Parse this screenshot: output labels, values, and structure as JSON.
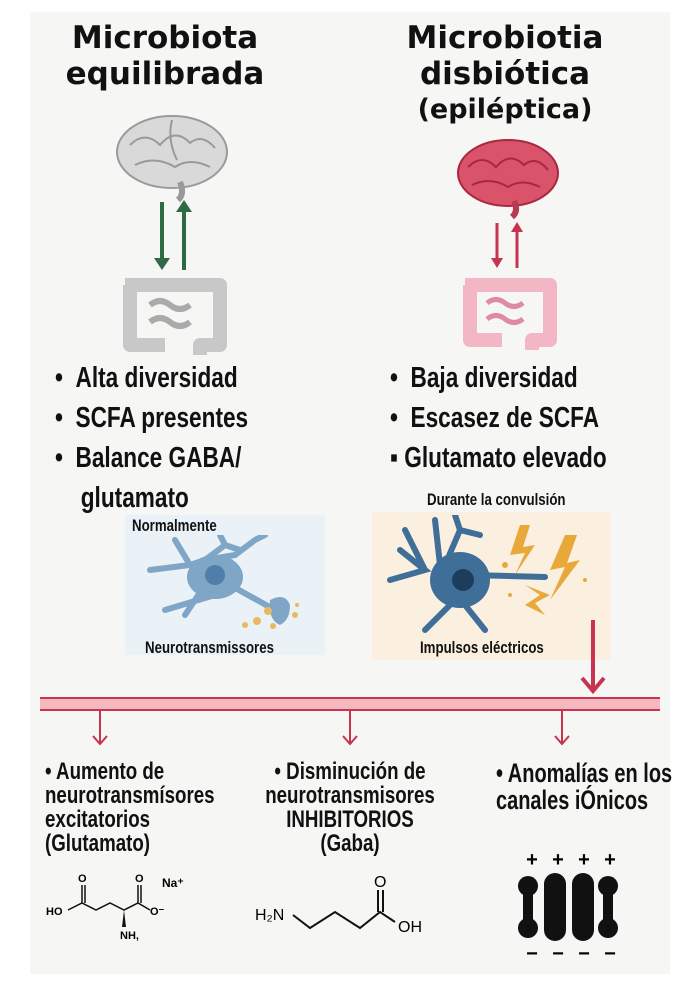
{
  "left": {
    "title_line1": "Microbiota",
    "title_line2": "equilibrada",
    "bullets": [
      "Alta diversidad",
      "SCFA presentes",
      "Balance GABA/",
      "glutamato"
    ],
    "neuron_top_label": "Normalmente",
    "neuron_bottom_label": "Neurotransmissores"
  },
  "right": {
    "title_line1": "Microbiotia",
    "title_line2": "disbiótica",
    "title_line3": "(epiléptica)",
    "bullets": [
      "Baja diversidad",
      "Escasez de SCFA",
      "Glutamato elevado"
    ],
    "neuron_top_label": "Durante la convulsión",
    "neuron_bottom_label": "Impulsos eléctricos"
  },
  "bottom": {
    "col1": [
      "• Aumento de",
      "neurotransmísores",
      "excitatorios",
      "(Glutamato)"
    ],
    "col2": [
      "• Disminución de",
      "neurotransmisores",
      "INHIBITORIOS",
      "(Gaba)"
    ],
    "col3": [
      "• Anomalías en los",
      "canales iÓnicos"
    ],
    "glutamate": {
      "ho": "HO",
      "o1": "O",
      "o2": "O",
      "ominus": "O⁻",
      "na": "Na⁺",
      "nh": "NH,"
    },
    "gaba": {
      "h2n": "H₂N",
      "o": "O",
      "oh": "OH"
    },
    "ion": {
      "plus": "+",
      "minus": "−"
    }
  },
  "colors": {
    "green": "#2e6b45",
    "red": "#c8334f",
    "pink_bar": "#f3b8c0",
    "neuron_light": "#7fa6c6",
    "neuron_dark": "#3f6f98",
    "spark": "#e9a93a"
  }
}
